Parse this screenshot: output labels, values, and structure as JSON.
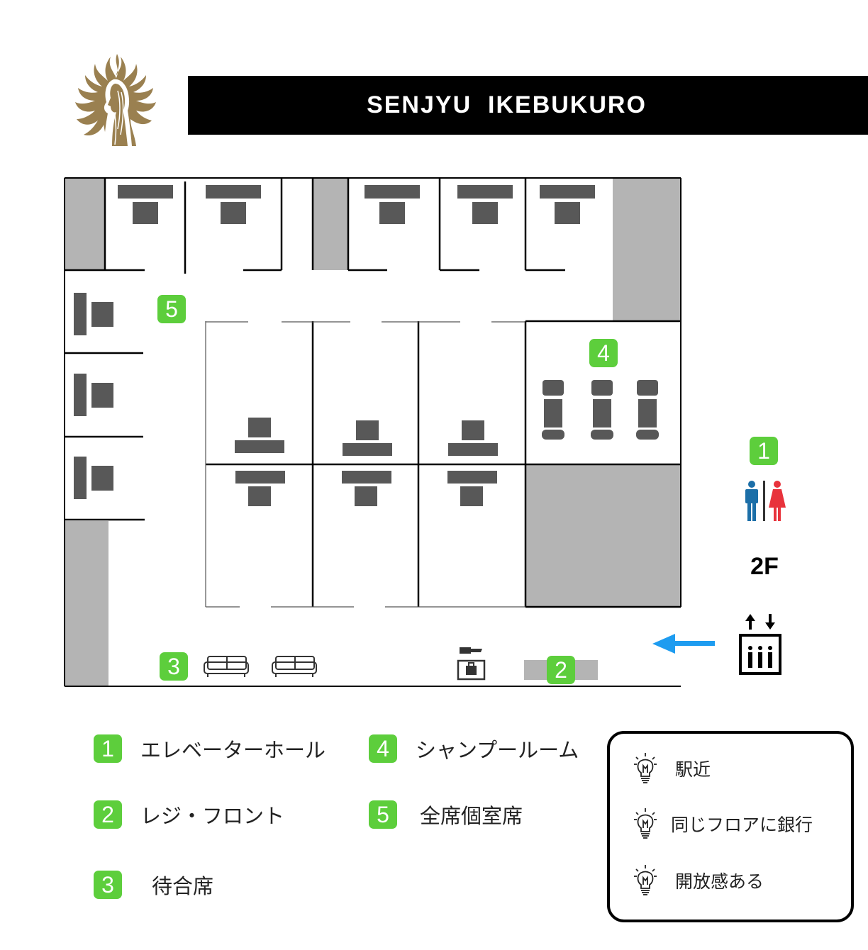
{
  "header": {
    "title": "SENJYU  IKEBUKURO"
  },
  "floor": {
    "level": "2F"
  },
  "map_markers": [
    {
      "id": "1",
      "label": "1"
    },
    {
      "id": "2",
      "label": "2"
    },
    {
      "id": "3",
      "label": "3"
    },
    {
      "id": "4",
      "label": "4"
    },
    {
      "id": "5",
      "label": "5"
    }
  ],
  "legend": [
    {
      "number": "1",
      "label": "エレベーターホール"
    },
    {
      "number": "2",
      "label": "レジ・フロント"
    },
    {
      "number": "3",
      "label": "待合席"
    },
    {
      "number": "4",
      "label": "シャンプールーム"
    },
    {
      "number": "5",
      "label": "全席個室席"
    }
  ],
  "features": [
    {
      "label": "駅近"
    },
    {
      "label": "同じフロアに銀行"
    },
    {
      "label": "開放感ある"
    }
  ],
  "icons": {
    "logo": "golden-flame-woman-logo",
    "restroom": "restroom-icon",
    "elevator": "elevator-icon",
    "entrance_arrow": "left-arrow-icon",
    "sofa": "sofa-icon",
    "register": "register-icon",
    "bulb": "lightbulb-icon"
  },
  "colors": {
    "banner": "#000000",
    "badge": "#5dce3c",
    "floor_gray": "#b4b4b4",
    "furniture": "#585858",
    "arrow": "#1e9cf0",
    "male": "#1c6fa8",
    "female": "#e8333c",
    "logo_gold": "#9a8050"
  }
}
